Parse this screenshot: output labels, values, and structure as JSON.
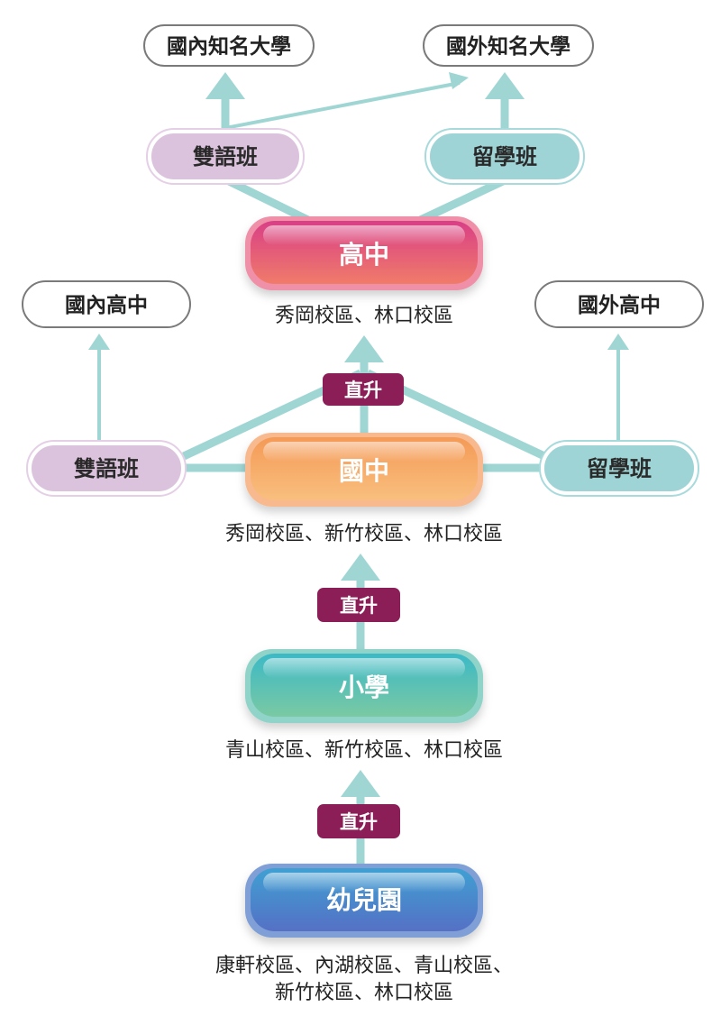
{
  "colors": {
    "connector": "#9fd6d4",
    "badge": "#8b1d57",
    "outline_gray": "#7a7a7a",
    "bilingual_fill": "#dcc3dd",
    "bilingual_stroke": "#e5cfe6",
    "abroad_fill": "#9fd4d6",
    "abroad_stroke": "#a8dadc",
    "high_school": [
      "#d93f86",
      "#f07b6a"
    ],
    "junior_high": [
      "#f49a57",
      "#f9bf7e"
    ],
    "elementary": [
      "#3cb9c6",
      "#7ac9a3"
    ],
    "kindergarten": [
      "#3fa0d2",
      "#5570c5"
    ]
  },
  "top": {
    "domestic_university": "國內知名大學",
    "foreign_university": "國外知名大學"
  },
  "high_school": {
    "label": "高中",
    "bilingual_class": "雙語班",
    "abroad_class": "留學班",
    "campuses": "秀岡校區、林口校區"
  },
  "junior_high": {
    "label": "國中",
    "bilingual_class": "雙語班",
    "abroad_class": "留學班",
    "campuses": "秀岡校區、新竹校區、林口校區",
    "domestic_high_school": "國內高中",
    "foreign_high_school": "國外高中",
    "promotion_badge": "直升"
  },
  "elementary": {
    "label": "小學",
    "campuses": "青山校區、新竹校區、林口校區",
    "promotion_badge": "直升"
  },
  "kindergarten": {
    "label": "幼兒園",
    "campuses_line1": "康軒校區、內湖校區、青山校區、",
    "campuses_line2": "新竹校區、林口校區",
    "promotion_badge": "直升"
  }
}
